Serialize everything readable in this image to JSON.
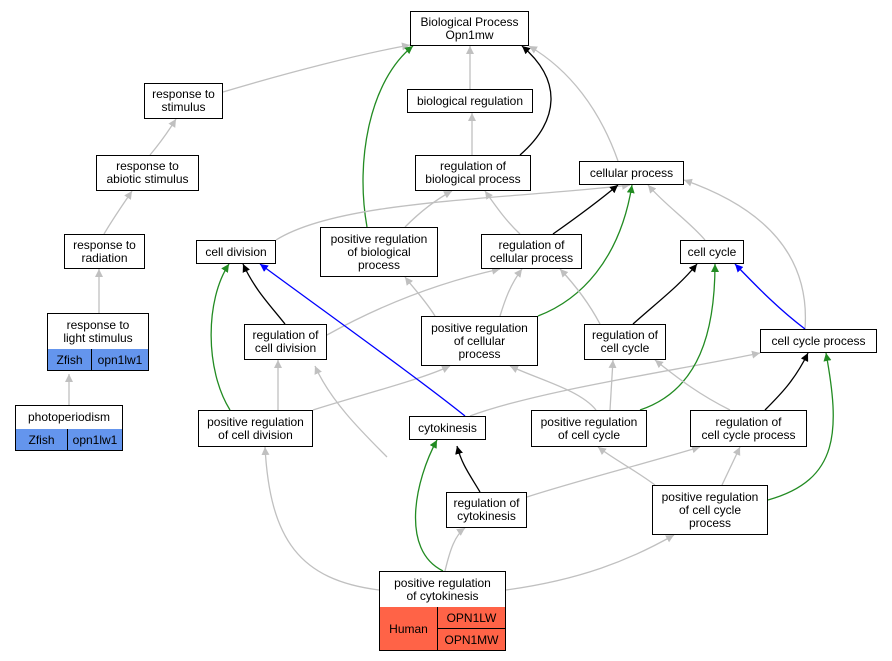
{
  "colors": {
    "edge_default": "#c0c0c0",
    "edge_black": "#000000",
    "edge_green": "#228b22",
    "edge_blue": "#0000ff",
    "zfish": "#6495ed",
    "human": "#ff6347"
  },
  "nodes": {
    "bp": [
      "Biological Process",
      "Opn1mw"
    ],
    "resp_stim": [
      "response to",
      "stimulus"
    ],
    "bio_reg": [
      "biological regulation"
    ],
    "resp_abiotic": [
      "response to",
      "abiotic stimulus"
    ],
    "reg_bio": [
      "regulation of",
      "biological process"
    ],
    "cellular": [
      "cellular process"
    ],
    "resp_rad": [
      "response to",
      "radiation"
    ],
    "cell_div": [
      "cell division"
    ],
    "pos_reg_bio": [
      "positive regulation",
      "of biological",
      "process"
    ],
    "reg_cell_proc": [
      "regulation of",
      "cellular process"
    ],
    "cell_cycle": [
      "cell cycle"
    ],
    "reg_cell_div": [
      "regulation of",
      "cell division"
    ],
    "pos_reg_cell_proc": [
      "positive regulation",
      "of cellular",
      "process"
    ],
    "reg_cell_cycle": [
      "regulation of",
      "cell cycle"
    ],
    "cc_proc": [
      "cell cycle process"
    ],
    "pos_reg_cell_div": [
      "positive regulation",
      "of cell division"
    ],
    "cytokinesis": [
      "cytokinesis"
    ],
    "pos_reg_cell_cycle": [
      "positive regulation",
      "of cell cycle"
    ],
    "reg_cc_proc": [
      "regulation of",
      "cell cycle process"
    ],
    "reg_cyto": [
      "regulation of",
      "cytokinesis"
    ],
    "pos_reg_cc_proc": [
      "positive regulation",
      "of cell cycle",
      "process"
    ]
  },
  "annotated": {
    "light": {
      "title": [
        "response to",
        "light stimulus"
      ],
      "species": "Zfish",
      "genes": [
        "opn1lw1"
      ]
    },
    "photo": {
      "title": [
        "photoperiodism"
      ],
      "species": "Zfish",
      "genes": [
        "opn1lw1"
      ]
    },
    "pos_cyto": {
      "title": [
        "positive regulation",
        "of cytokinesis"
      ],
      "species": "Human",
      "genes": [
        "OPN1LW",
        "OPN1MW"
      ]
    }
  }
}
